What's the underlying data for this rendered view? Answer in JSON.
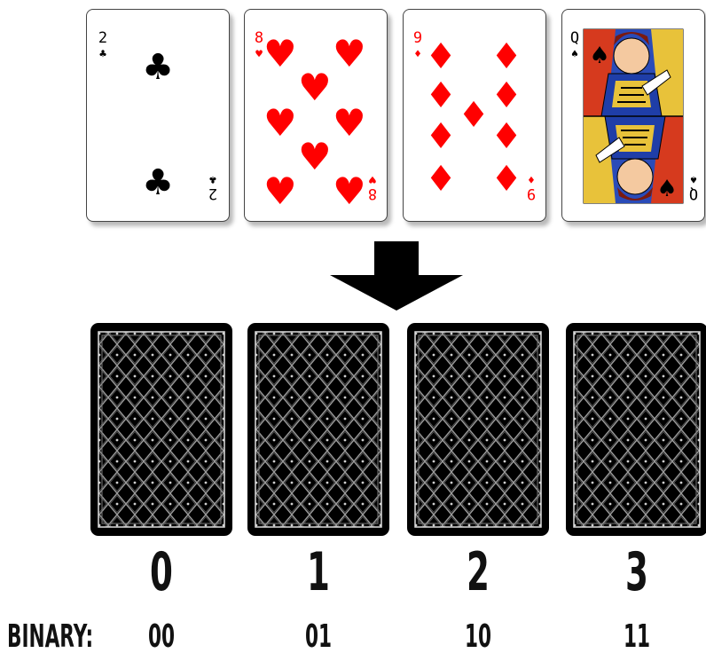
{
  "face_cards": [
    {
      "rank": "2",
      "suit": "clubs",
      "symbol": "♣",
      "color": "#000000"
    },
    {
      "rank": "8",
      "suit": "hearts",
      "symbol": "♥",
      "color": "#ff0000"
    },
    {
      "rank": "9",
      "suit": "diamonds",
      "symbol": "♦",
      "color": "#ff0000"
    },
    {
      "rank": "Q",
      "suit": "spades",
      "symbol": "♠",
      "color": "#000000"
    }
  ],
  "arrow_icon": "down-arrow-icon",
  "positions": [
    "0",
    "1",
    "2",
    "3"
  ],
  "binary_label": "BINARY:",
  "binary_values": [
    "00",
    "01",
    "10",
    "11"
  ]
}
